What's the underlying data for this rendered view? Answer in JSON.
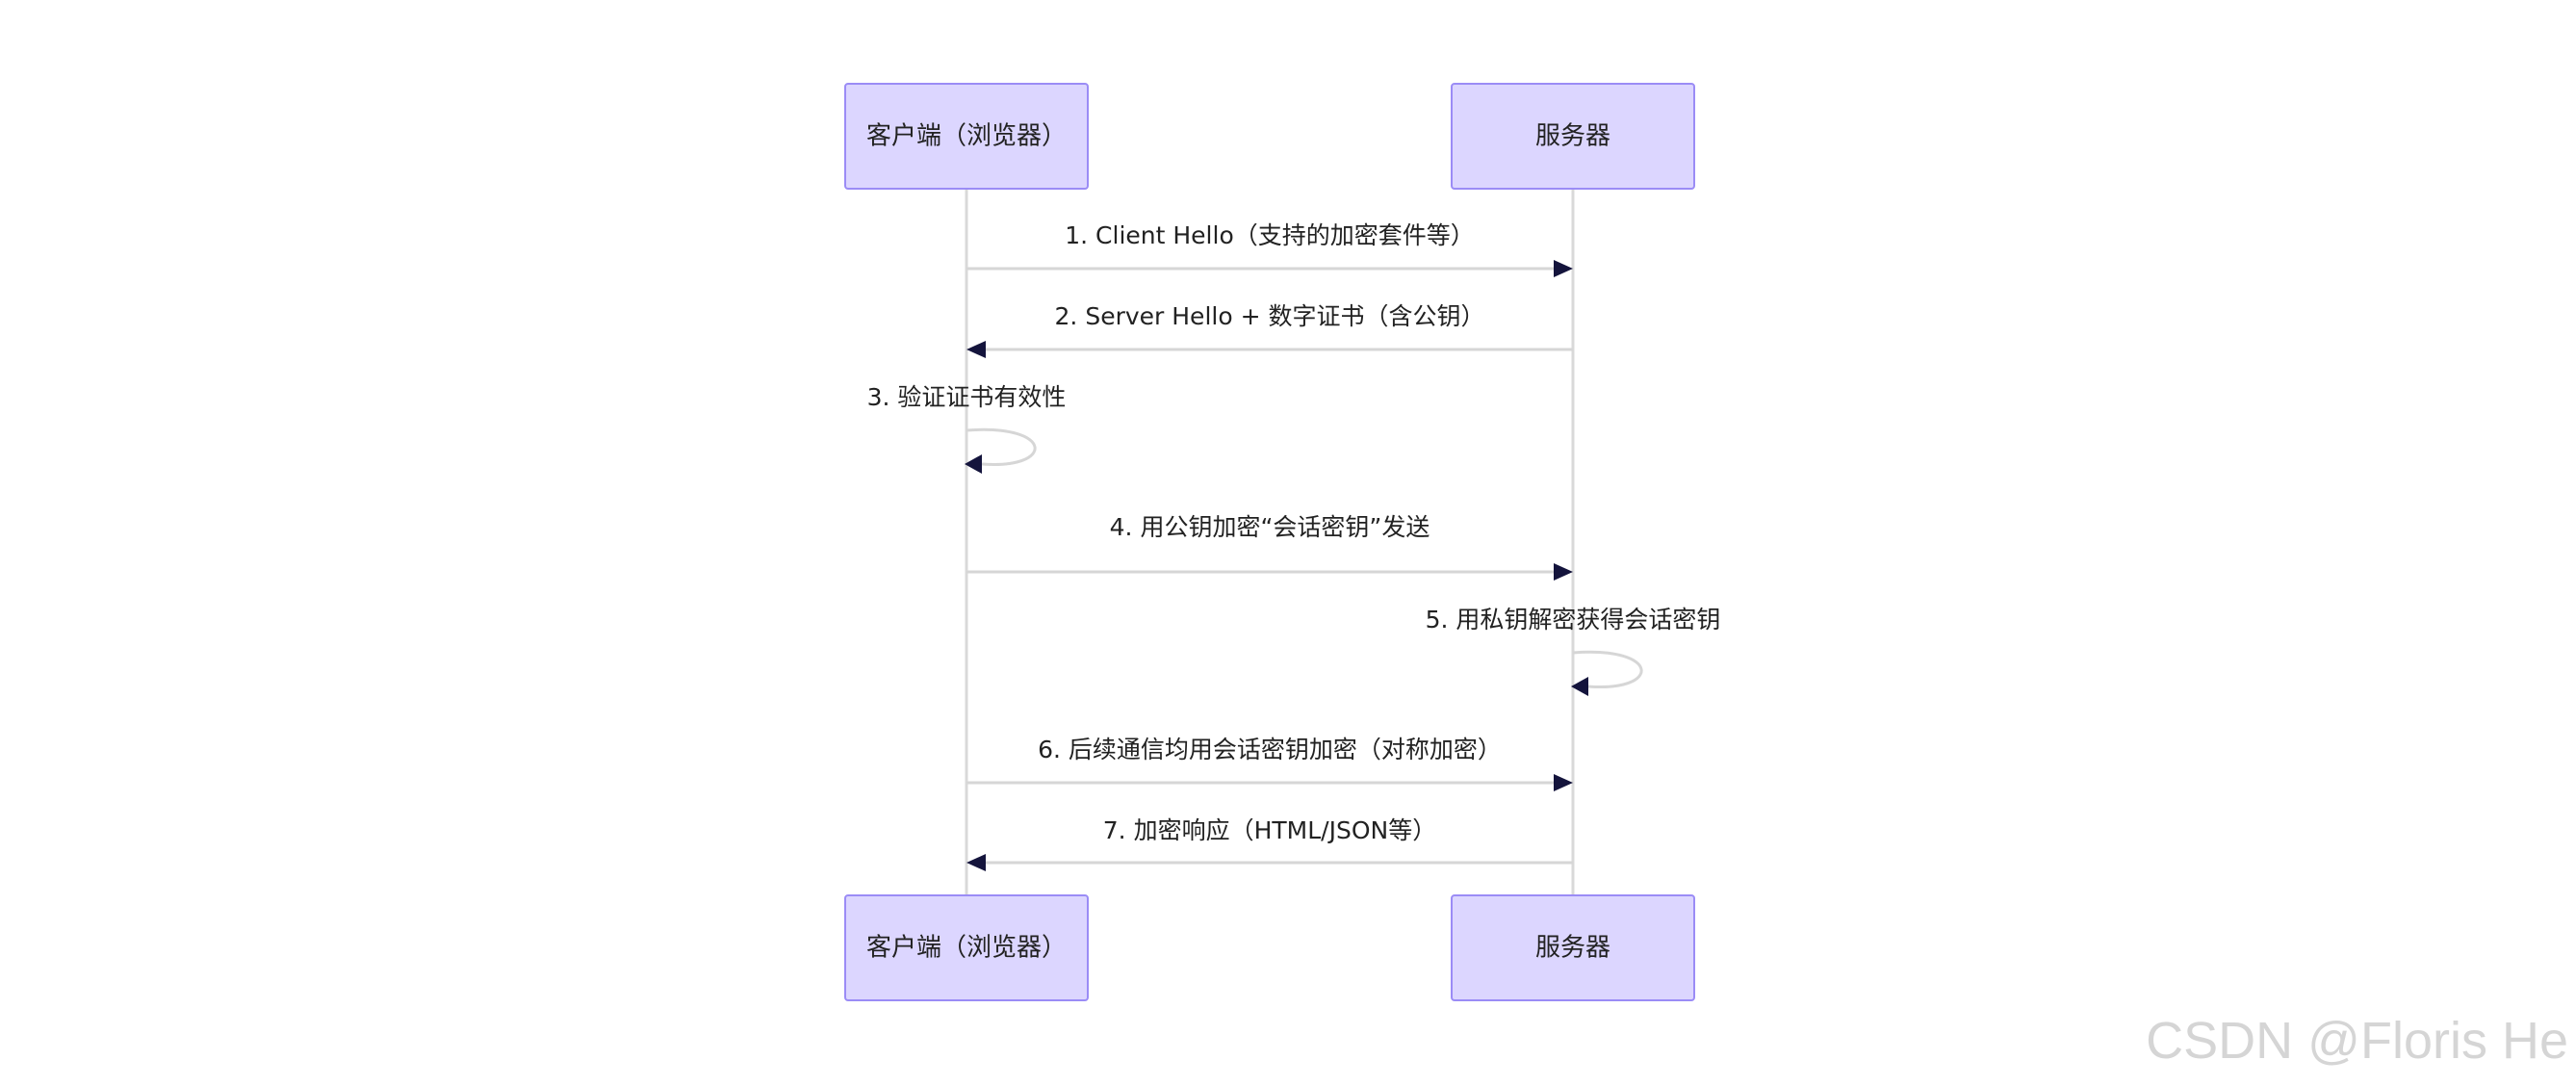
{
  "actors": {
    "client": "客户端（浏览器）",
    "server": "服务器"
  },
  "messages": [
    {
      "label": "1. Client Hello（支持的加密套件等）",
      "from": "client",
      "to": "server"
    },
    {
      "label": "2. Server Hello + 数字证书（含公钥）",
      "from": "server",
      "to": "client"
    },
    {
      "label": "3. 验证证书有效性",
      "from": "client",
      "to": "client"
    },
    {
      "label": "4. 用公钥加密“会话密钥”发送",
      "from": "client",
      "to": "server"
    },
    {
      "label": "5. 用私钥解密获得会话密钥",
      "from": "server",
      "to": "server"
    },
    {
      "label": "6. 后续通信均用会话密钥加密（对称加密）",
      "from": "client",
      "to": "server"
    },
    {
      "label": "7. 加密响应（HTML/JSON等）",
      "from": "server",
      "to": "client"
    }
  ],
  "colors": {
    "actor_fill": "#dcd6ff",
    "actor_border": "#9b8cf6",
    "arrowhead": "#14143c",
    "line": "#d6d6d6"
  },
  "watermark": "CSDN @Floris He"
}
